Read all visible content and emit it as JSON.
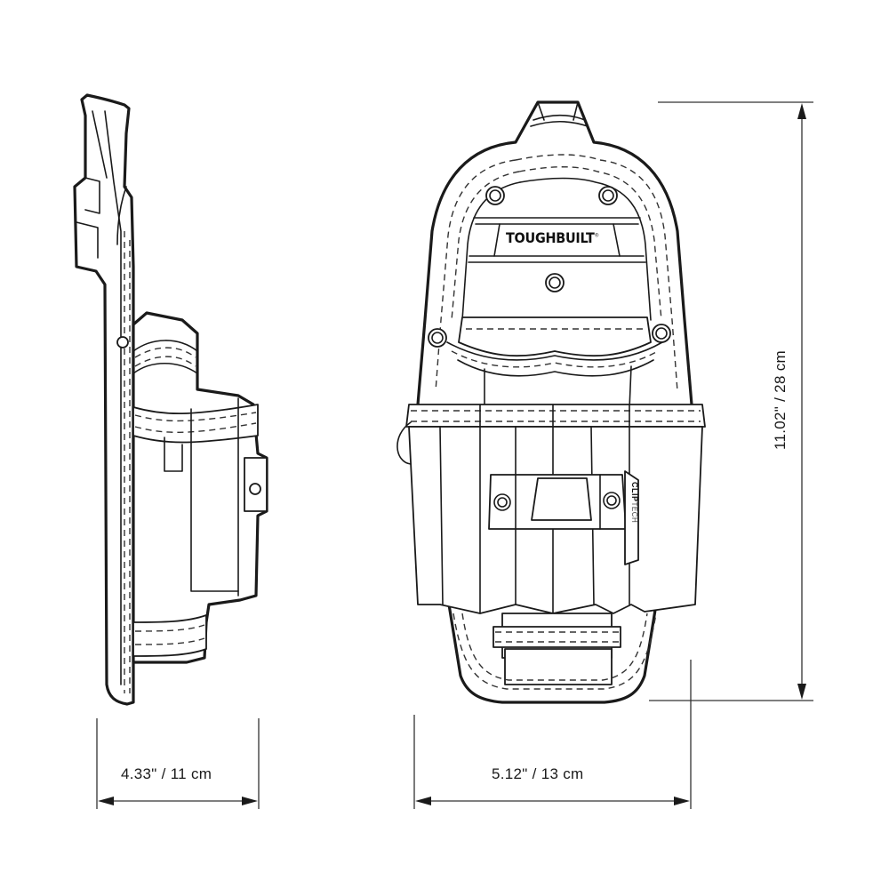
{
  "diagram": {
    "type": "product-dimension-drawing",
    "views": [
      {
        "name": "side-view",
        "label": "side profile of tool pouch"
      },
      {
        "name": "front-view",
        "label": "front of tool pouch"
      }
    ],
    "branding": {
      "logo_text": "TOUGHBUILT",
      "registered_mark": "®",
      "clip_label": "CLIP",
      "clip_sub_label": "TECH"
    },
    "dimensions": {
      "side_depth": {
        "inches": "4.33\"",
        "separator": "/",
        "cm": "11 cm",
        "text": "4.33\"  /  11 cm"
      },
      "front_width": {
        "inches": "5.12\"",
        "separator": "/",
        "cm": "13 cm",
        "text": "5.12\"  /  13 cm"
      },
      "front_height": {
        "inches": "11.02\"",
        "separator": "/",
        "cm": "28 cm",
        "text": "11.02\"  /  28 cm"
      }
    },
    "colors": {
      "line": "#1a1a1a",
      "background": "#ffffff",
      "stitch": "#333333"
    }
  }
}
